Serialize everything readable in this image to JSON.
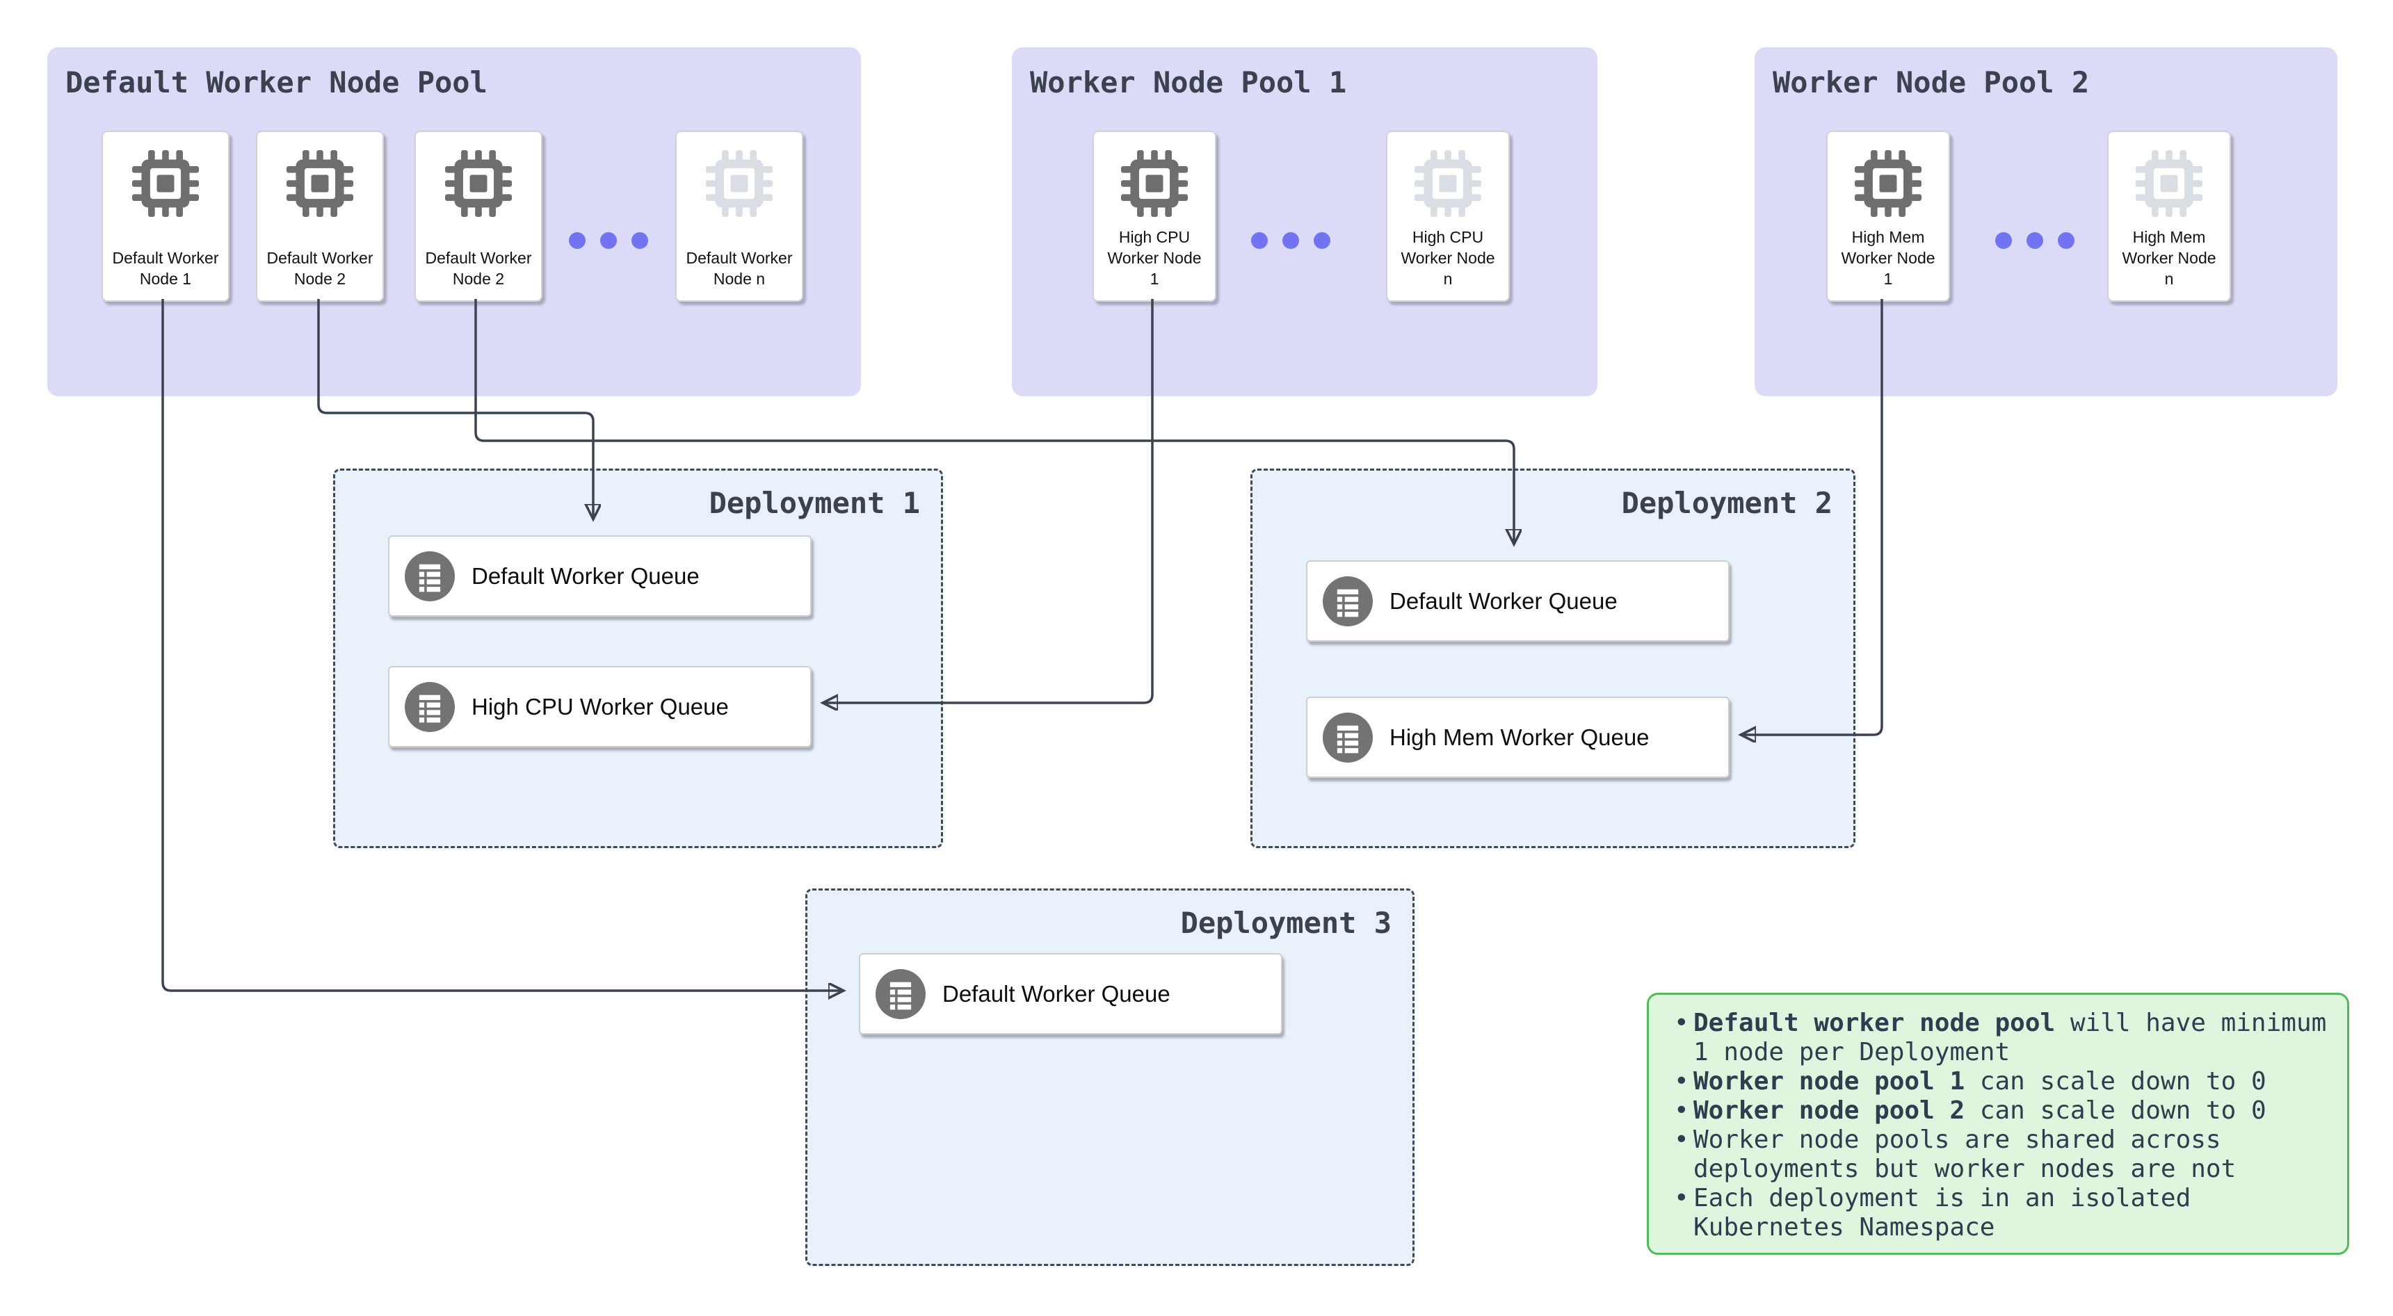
{
  "pools": [
    {
      "title": "Default Worker Node Pool",
      "nodes": [
        {
          "label": "Default Worker Node 1",
          "faded": false
        },
        {
          "label": "Default Worker Node 2",
          "faded": false
        },
        {
          "label": "Default Worker Node 2",
          "faded": false
        },
        {
          "label": "Default Worker Node n",
          "faded": true
        }
      ]
    },
    {
      "title": "Worker Node Pool 1",
      "nodes": [
        {
          "label": "High CPU Worker Node 1",
          "faded": false
        },
        {
          "label": "High CPU Worker Node n",
          "faded": true
        }
      ]
    },
    {
      "title": "Worker Node Pool 2",
      "nodes": [
        {
          "label": "High Mem Worker Node 1",
          "faded": false
        },
        {
          "label": "High Mem Worker Node n",
          "faded": true
        }
      ]
    }
  ],
  "deployments": [
    {
      "title": "Deployment 1",
      "queues": [
        {
          "label": "Default Worker Queue"
        },
        {
          "label": "High CPU Worker Queue"
        }
      ]
    },
    {
      "title": "Deployment 2",
      "queues": [
        {
          "label": "Default Worker Queue"
        },
        {
          "label": "High Mem Worker Queue"
        }
      ]
    },
    {
      "title": "Deployment 3",
      "queues": [
        {
          "label": "Default Worker Queue"
        }
      ]
    }
  ],
  "notes": {
    "items": [
      {
        "bold": "Default worker node pool",
        "text": " will have minimum 1 node per Deployment"
      },
      {
        "bold": "Worker node pool 1",
        "text": " can scale down to 0"
      },
      {
        "bold": "Worker node pool 2",
        "text": " can scale down to 0"
      },
      {
        "bold": "",
        "text": "Worker node pools are shared across deployments but worker nodes are not"
      },
      {
        "bold": "",
        "text": "Each deployment is in an isolated Kubernetes Namespace"
      }
    ]
  },
  "colors": {
    "pool_background": "#dbdbf8",
    "deployment_background": "#e9f1fb",
    "deployment_border": "#3f4a5a",
    "notes_background": "#def5de",
    "notes_border": "#56b85a",
    "ellipsis_dot": "#7173f1",
    "icon_gray": "#6e6e6e",
    "icon_faded": "#d9dee4",
    "connector": "#3b4350",
    "title_text": "#3b414e"
  }
}
